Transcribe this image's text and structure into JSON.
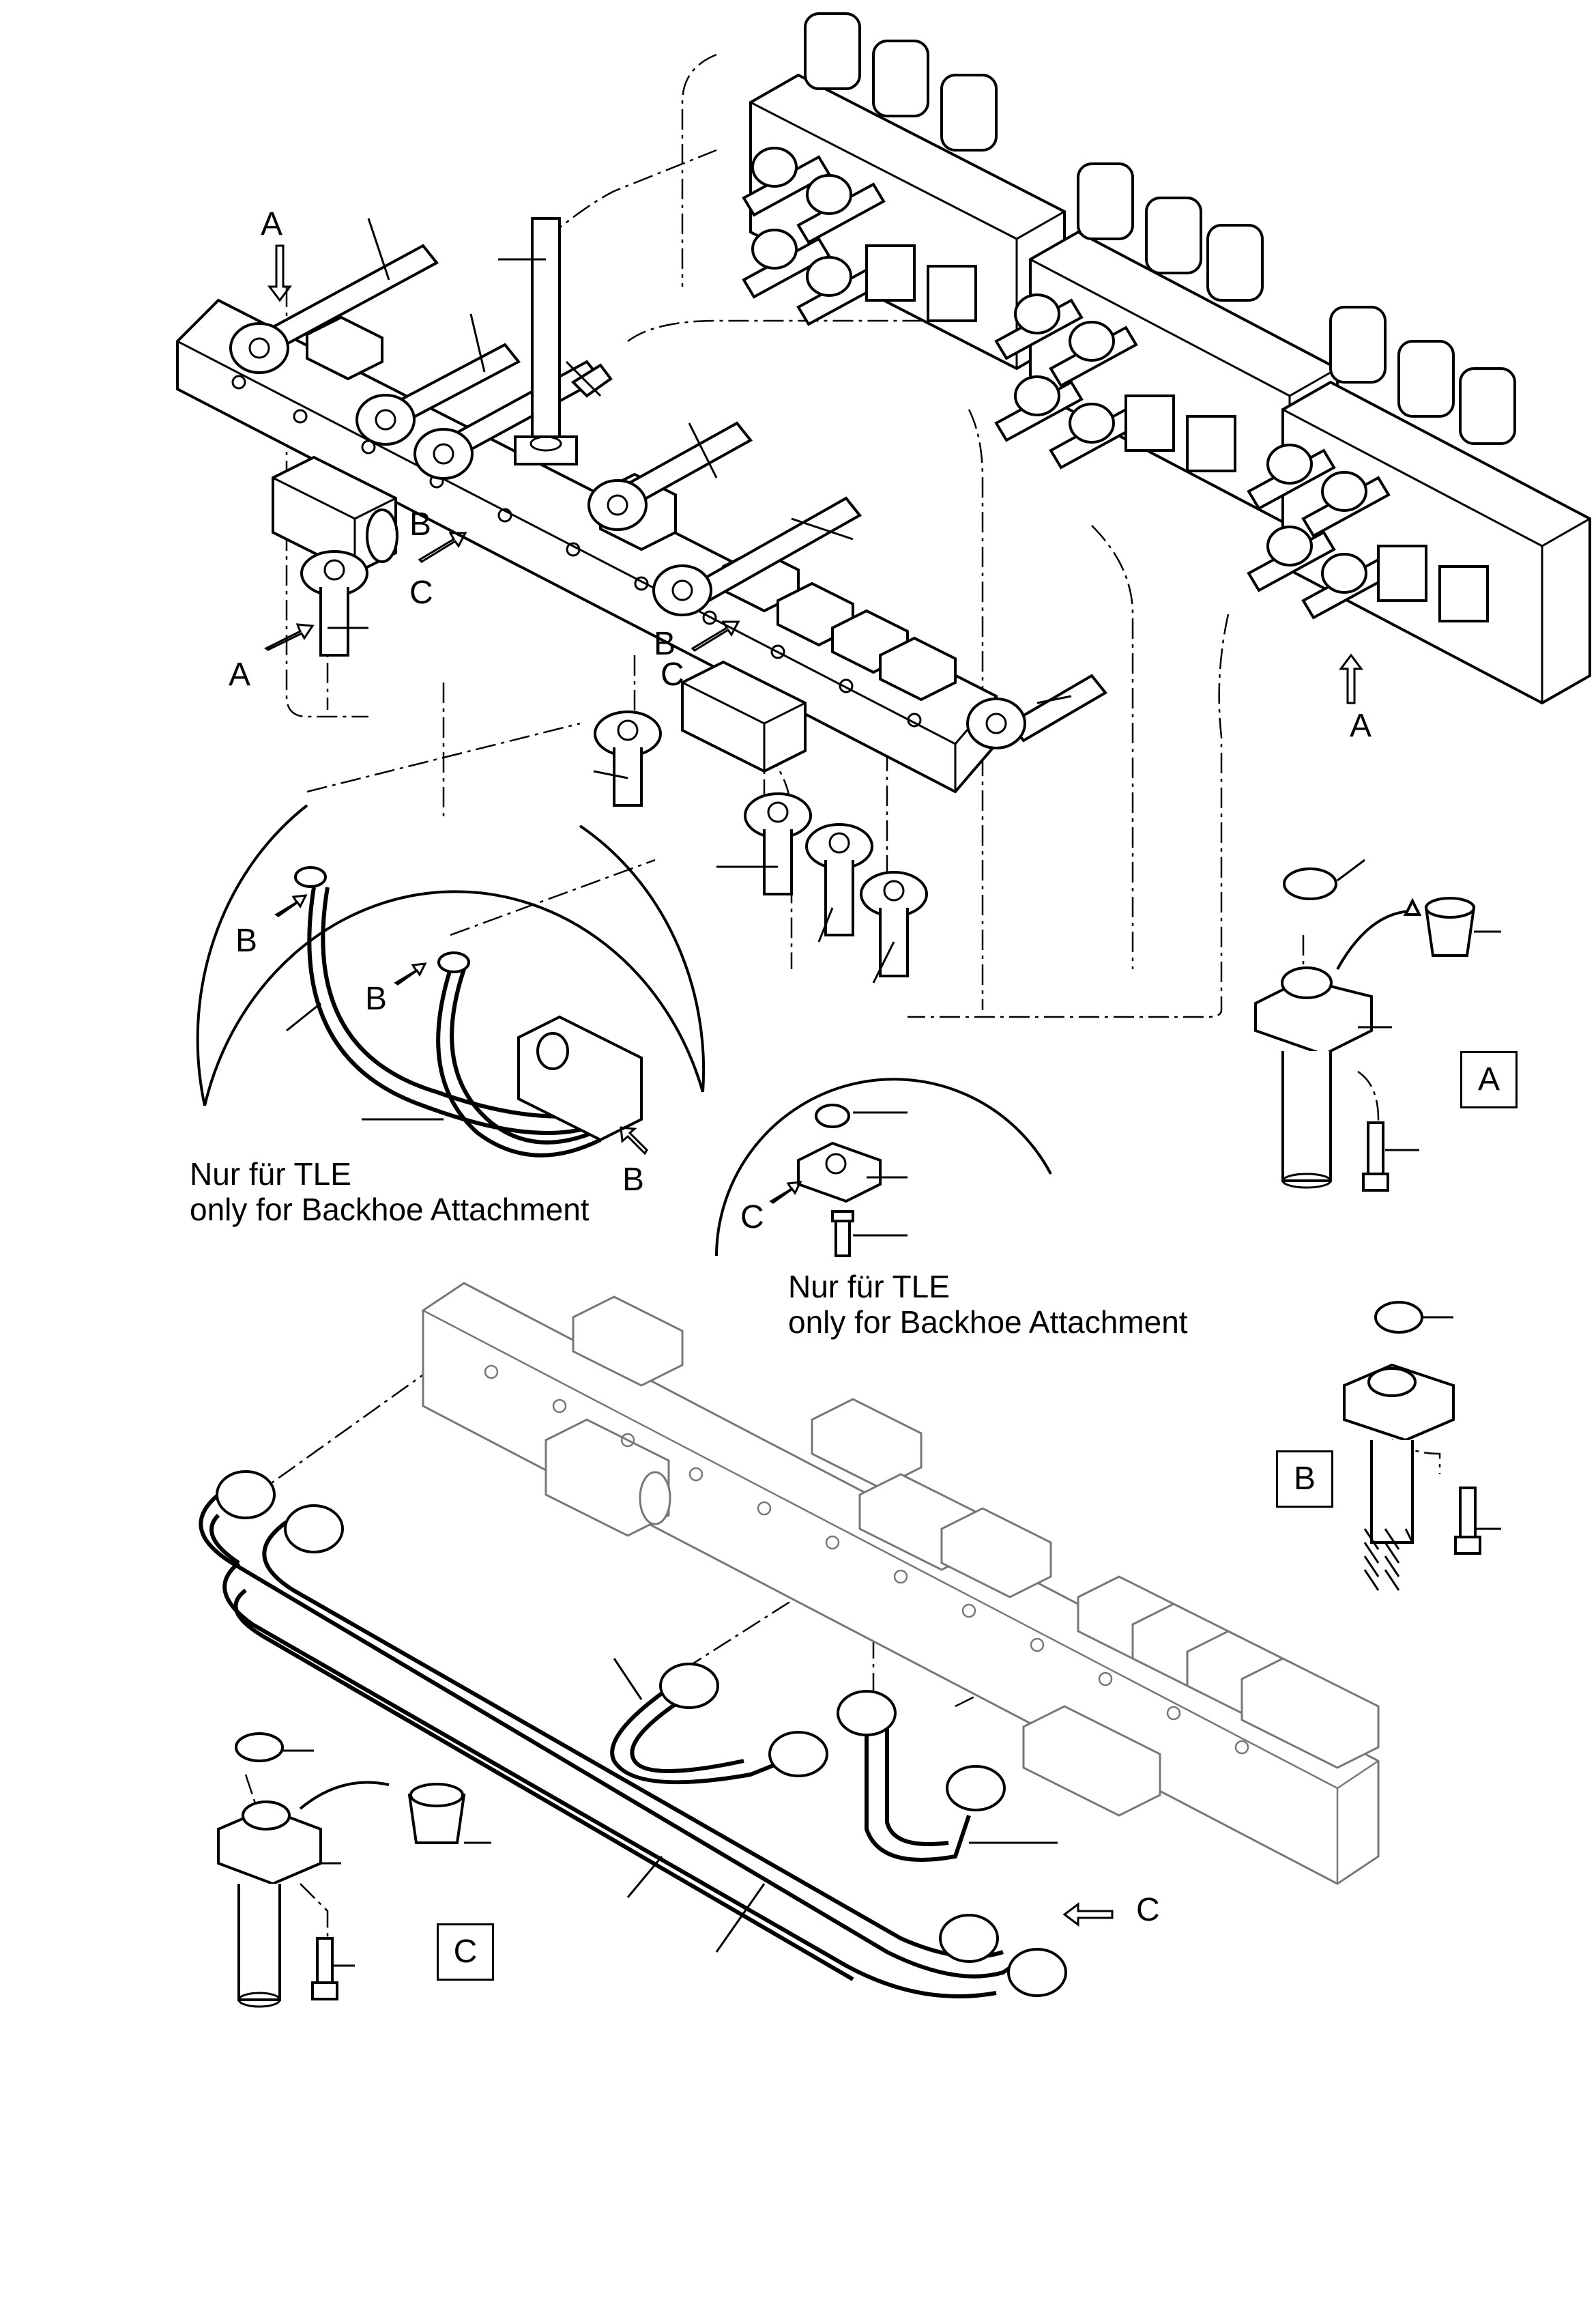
{
  "labels": {
    "a": "A",
    "b": "B",
    "c": "C"
  },
  "notes": {
    "left_de": "Nur für TLE",
    "left_en": "only for Backhoe Attachment",
    "center_de": "Nur für TLE",
    "center_en": "only for Backhoe Attachment"
  },
  "detail_boxes": {
    "a": "A",
    "b": "B",
    "c": "C"
  }
}
